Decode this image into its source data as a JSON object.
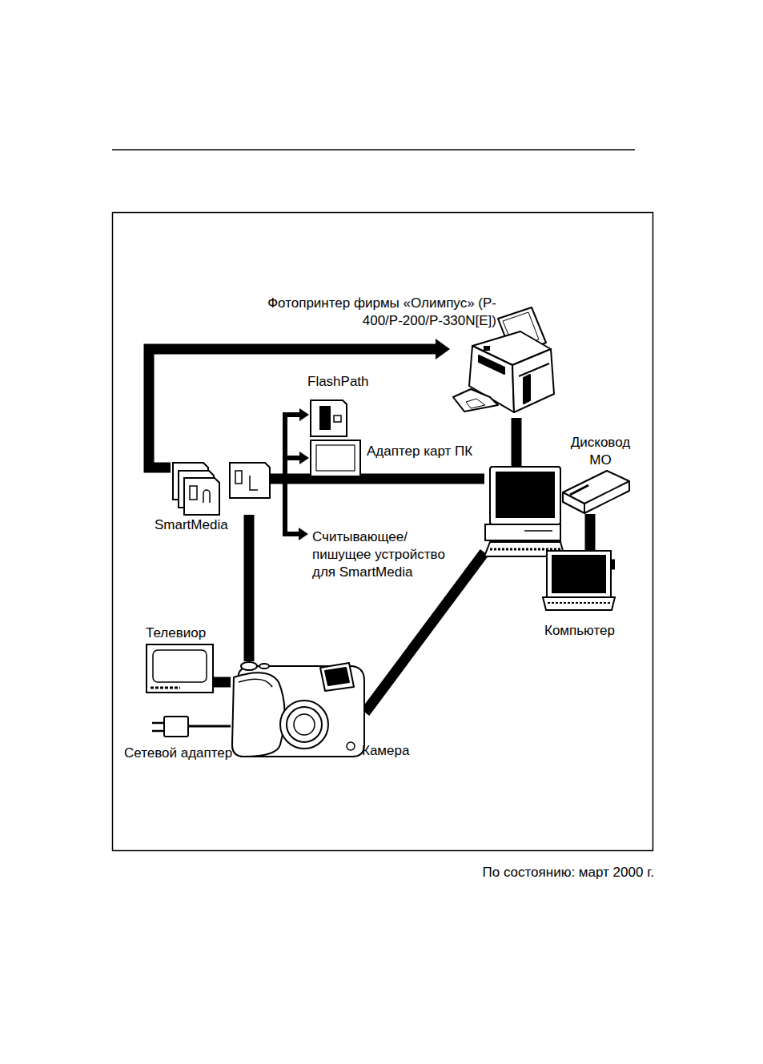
{
  "diagram": {
    "caption": "По состоянию: март 2000 г.",
    "nodes": [
      {
        "text": [
          "Фотопринтер фирмы «Олимпус» (P-400/P-200/P-330N[E])"
        ]
      },
      {
        "text": [
          "FlashPath"
        ]
      },
      {
        "text": [
          "Адаптер карт ПК"
        ]
      },
      {
        "text": [
          "Дисковод МО"
        ]
      },
      {
        "text": [
          "SmartMedia"
        ]
      },
      {
        "text": [
          "Считывающее/ пишущее устройство для SmartMedia"
        ]
      },
      {
        "text": [
          "Компьютер"
        ]
      },
      {
        "text": [
          "Телевиор"
        ]
      },
      {
        "text": [
          "Камера"
        ]
      },
      {
        "text": [
          "Сетевой адаптер"
        ]
      }
    ],
    "edges": [
      {
        "from": 4,
        "to": 0,
        "arrow": "to"
      },
      {
        "from": 4,
        "to": 1,
        "arrow": "to"
      },
      {
        "from": 4,
        "to": 2,
        "arrow": "to"
      },
      {
        "from": 4,
        "to": 5,
        "arrow": "to"
      },
      {
        "from": 4,
        "to": 6,
        "arrow": "none"
      },
      {
        "from": 0,
        "to": 6,
        "arrow": "none"
      },
      {
        "from": 3,
        "to": 6,
        "arrow": "none"
      },
      {
        "from": 4,
        "to": 8,
        "arrow": "none"
      },
      {
        "from": 8,
        "to": 6,
        "arrow": "none"
      },
      {
        "from": 7,
        "to": 8,
        "arrow": "none"
      },
      {
        "from": 9,
        "to": 8,
        "arrow": "none"
      }
    ]
  }
}
